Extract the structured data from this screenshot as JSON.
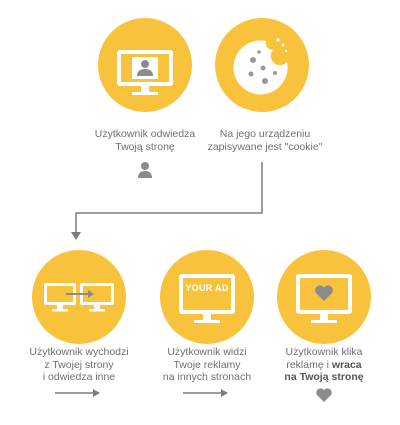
{
  "colors": {
    "accent": "#f8c23c",
    "text": "#6f6f6f",
    "icon_gray": "#8b8b8b",
    "line": "#7d7d7d"
  },
  "steps": [
    {
      "line1": "Użytkownik odwiedza",
      "line2": "Twoją stronę",
      "icon": "monitor-user-icon"
    },
    {
      "line1": "Na jego urządzeniu",
      "line2": "zapisywane jest \"cookie\"",
      "icon": "cookie-icon"
    },
    {
      "line1": "Użytkownik wychodzi",
      "line2": "z Twojej strony",
      "line3": "i odwiedza inne",
      "icon": "two-monitors-arrow-icon"
    },
    {
      "line1": "Użytkownik widzi",
      "line2": "Twoje reklamy",
      "line3": "na innych stronach",
      "icon": "monitor-ad-icon",
      "ad_text": "YOUR AD"
    },
    {
      "line1": "Użytkownik klika",
      "line2a": "reklamę i ",
      "line2b": "wraca",
      "line3": "na Twoją stronę",
      "icon": "monitor-heart-icon"
    }
  ]
}
